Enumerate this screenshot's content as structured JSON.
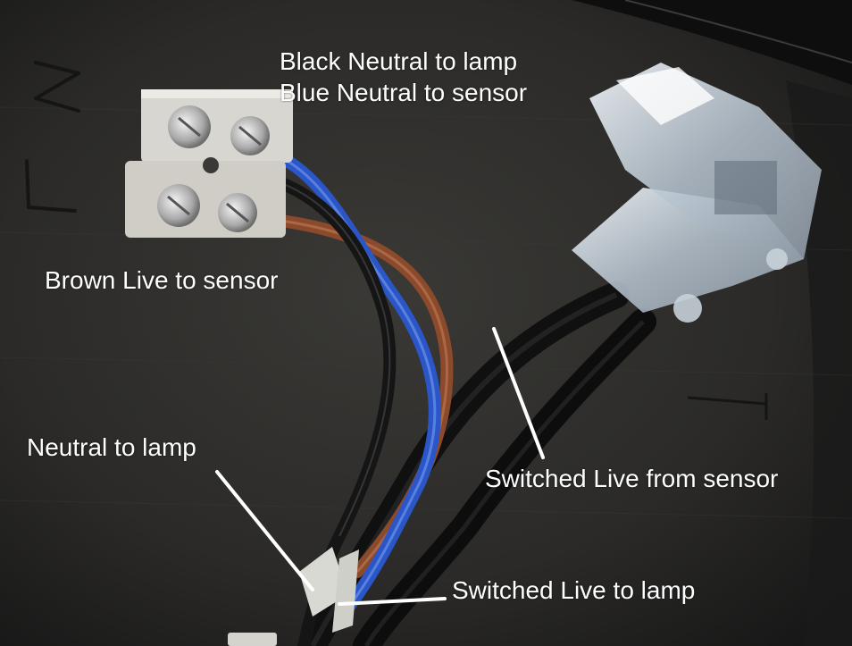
{
  "annotations": {
    "black_neutral": "Black Neutral to lamp",
    "blue_neutral": "Blue Neutral to  sensor",
    "brown_live": "Brown Live to sensor",
    "neutral_to_lamp": "Neutral to lamp",
    "switched_live_from_sensor": "Switched Live from sensor",
    "switched_live_to_lamp": "Switched Live to lamp"
  },
  "colors": {
    "backplate": "#2b2a28",
    "terminal_block": "#d8d6d0",
    "wire_black": "#141414",
    "wire_blue": "#2a56c8",
    "wire_brown": "#8b4a2b",
    "annotation_text": "#ffffff"
  },
  "embossed_marks": [
    "N",
    "L"
  ]
}
